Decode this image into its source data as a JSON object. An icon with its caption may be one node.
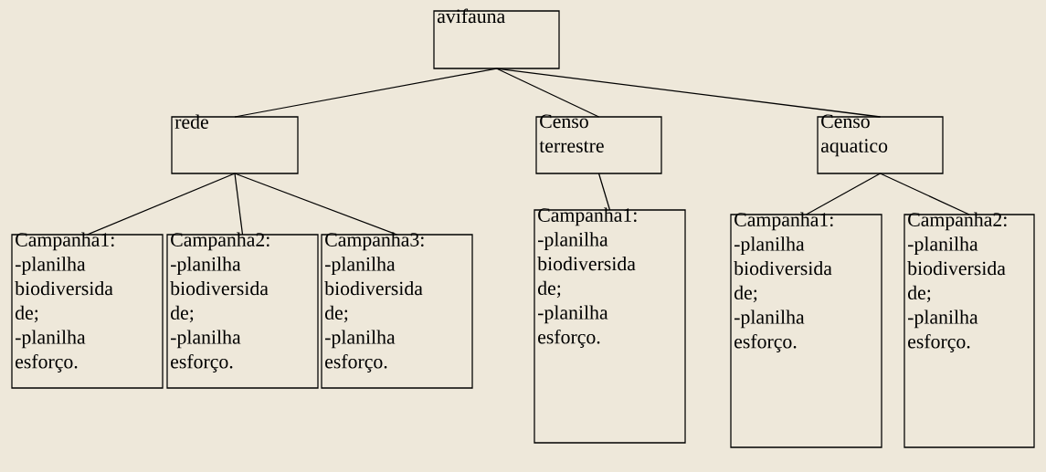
{
  "diagram": {
    "nodes": [
      {
        "text": [
          "avifauna"
        ]
      },
      {
        "text": [
          "rede"
        ]
      },
      {
        "text": [
          "Censo terrestre"
        ]
      },
      {
        "text": [
          "Censo aquatico"
        ]
      },
      {
        "text": [
          "Campanha1: -planilha biodiversida de; -planilha esforço."
        ]
      },
      {
        "text": [
          "Campanha2: -planilha biodiversida de; -planilha esforço."
        ]
      },
      {
        "text": [
          "Campanha3: -planilha biodiversida de; -planilha esforço."
        ]
      },
      {
        "text": [
          "Campanha1: -planilha biodiversida de; -planilha esforço."
        ]
      },
      {
        "text": [
          "Campanha1: -planilha biodiversida de; -planilha esforço."
        ]
      },
      {
        "text": [
          "Campanha2: -planilha biodiversida de; -planilha esforço."
        ]
      }
    ],
    "edges": [
      {
        "from": 0,
        "to": 1,
        "arrow": "none"
      },
      {
        "from": 0,
        "to": 2,
        "arrow": "none"
      },
      {
        "from": 0,
        "to": 3,
        "arrow": "none"
      },
      {
        "from": 1,
        "to": 4,
        "arrow": "none"
      },
      {
        "from": 1,
        "to": 5,
        "arrow": "none"
      },
      {
        "from": 1,
        "to": 6,
        "arrow": "none"
      },
      {
        "from": 2,
        "to": 7,
        "arrow": "none"
      },
      {
        "from": 3,
        "to": 8,
        "arrow": "none"
      },
      {
        "from": 3,
        "to": 9,
        "arrow": "none"
      }
    ]
  }
}
